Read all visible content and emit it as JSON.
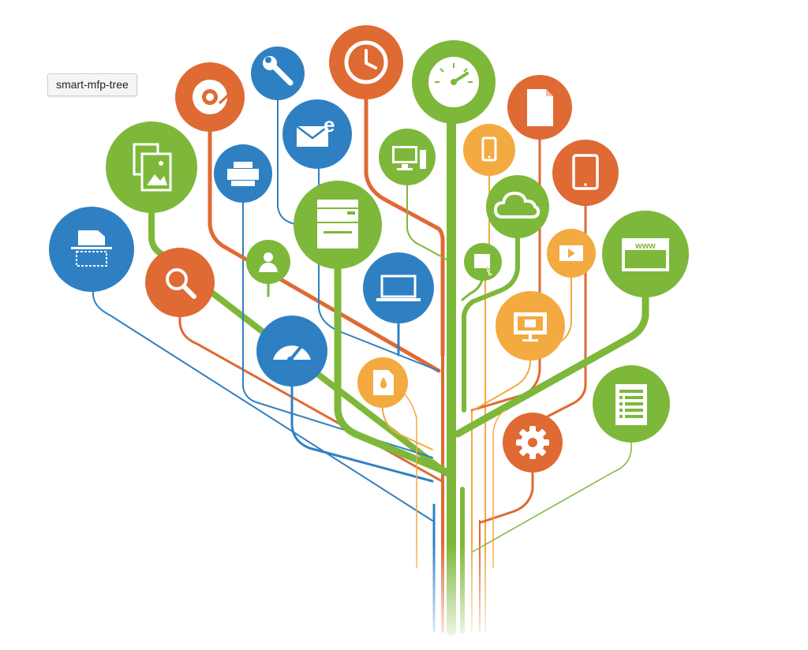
{
  "tooltip": {
    "text": "smart-mfp-tree"
  },
  "colors": {
    "green": "#7db83a",
    "blue": "#2f80c3",
    "orange": "#df6a33",
    "yellow": "#f3aa40",
    "icon": "#ffffff"
  },
  "nodes": [
    {
      "name": "documents-images-icon",
      "color": "green"
    },
    {
      "name": "scan-document-icon",
      "color": "blue"
    },
    {
      "name": "search-icon",
      "color": "orange"
    },
    {
      "name": "gauge-icon",
      "color": "blue"
    },
    {
      "name": "printer-icon",
      "color": "blue"
    },
    {
      "name": "user-icon",
      "color": "green"
    },
    {
      "name": "disc-icon",
      "color": "orange"
    },
    {
      "name": "wrench-icon",
      "color": "blue"
    },
    {
      "name": "email-icon",
      "color": "blue"
    },
    {
      "name": "mfp-copier-icon",
      "color": "green"
    },
    {
      "name": "clock-icon",
      "color": "orange"
    },
    {
      "name": "speedometer-icon",
      "color": "green"
    },
    {
      "name": "monitor-icon",
      "color": "green"
    },
    {
      "name": "laptop-icon",
      "color": "blue"
    },
    {
      "name": "ink-drop-icon",
      "color": "yellow"
    },
    {
      "name": "smartphone-icon",
      "color": "yellow"
    },
    {
      "name": "document-icon",
      "color": "orange"
    },
    {
      "name": "cloud-icon",
      "color": "green"
    },
    {
      "name": "touch-screen-icon",
      "color": "green"
    },
    {
      "name": "tablet-icon",
      "color": "orange"
    },
    {
      "name": "video-play-icon",
      "color": "yellow"
    },
    {
      "name": "presentation-display-icon",
      "color": "yellow"
    },
    {
      "name": "web-browser-icon",
      "color": "green"
    },
    {
      "name": "settings-gear-icon",
      "color": "orange"
    },
    {
      "name": "report-list-icon",
      "color": "green"
    }
  ]
}
